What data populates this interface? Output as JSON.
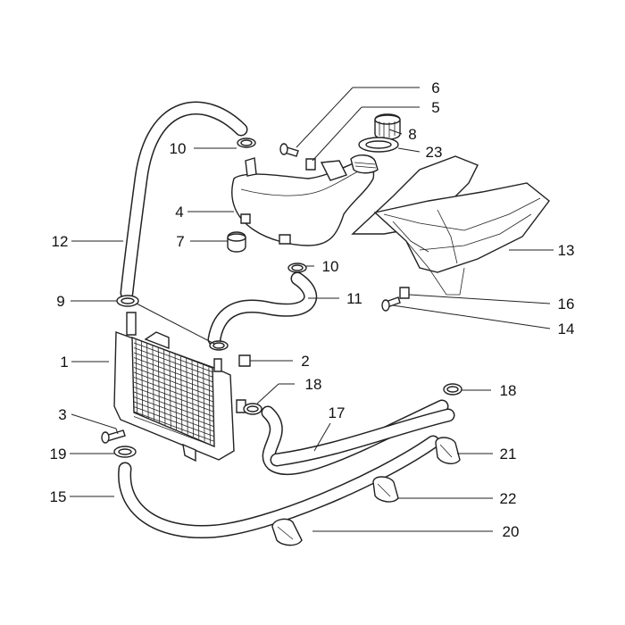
{
  "callouts": [
    "1",
    "2",
    "3",
    "4",
    "5",
    "6",
    "7",
    "8",
    "9",
    "10",
    "10",
    "11",
    "12",
    "13",
    "14",
    "15",
    "16",
    "17",
    "18",
    "18",
    "19",
    "20",
    "21",
    "22",
    "23"
  ]
}
